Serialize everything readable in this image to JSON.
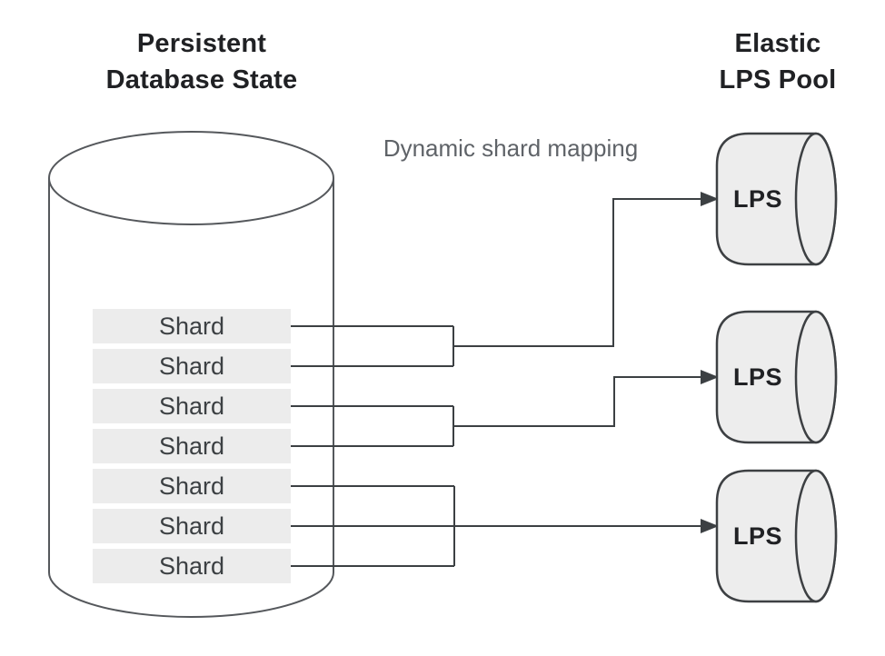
{
  "titles": {
    "database": {
      "line1": "Persistent",
      "line2": "Database State"
    },
    "pool": {
      "line1": "Elastic",
      "line2": "LPS Pool"
    }
  },
  "labels": {
    "mapping": "Dynamic shard mapping"
  },
  "database": {
    "shards": [
      {
        "label": "Shard"
      },
      {
        "label": "Shard"
      },
      {
        "label": "Shard"
      },
      {
        "label": "Shard"
      },
      {
        "label": "Shard"
      },
      {
        "label": "Shard"
      },
      {
        "label": "Shard"
      }
    ]
  },
  "pool": {
    "nodes": [
      {
        "label": "LPS"
      },
      {
        "label": "LPS"
      },
      {
        "label": "LPS"
      }
    ]
  },
  "mappings": [
    {
      "shards": [
        1,
        2
      ],
      "lps": 1
    },
    {
      "shards": [
        3,
        4
      ],
      "lps": 2
    },
    {
      "shards": [
        5,
        6,
        7
      ],
      "lps": 3
    }
  ],
  "colors": {
    "background": "#ffffff",
    "title_text": "#202124",
    "mapping_text": "#5f6368",
    "shard_fill": "#ececec",
    "shard_text": "#3c4043",
    "lps_fill": "#ededed",
    "outline": "#3d4043",
    "connector": "#3c4043"
  }
}
